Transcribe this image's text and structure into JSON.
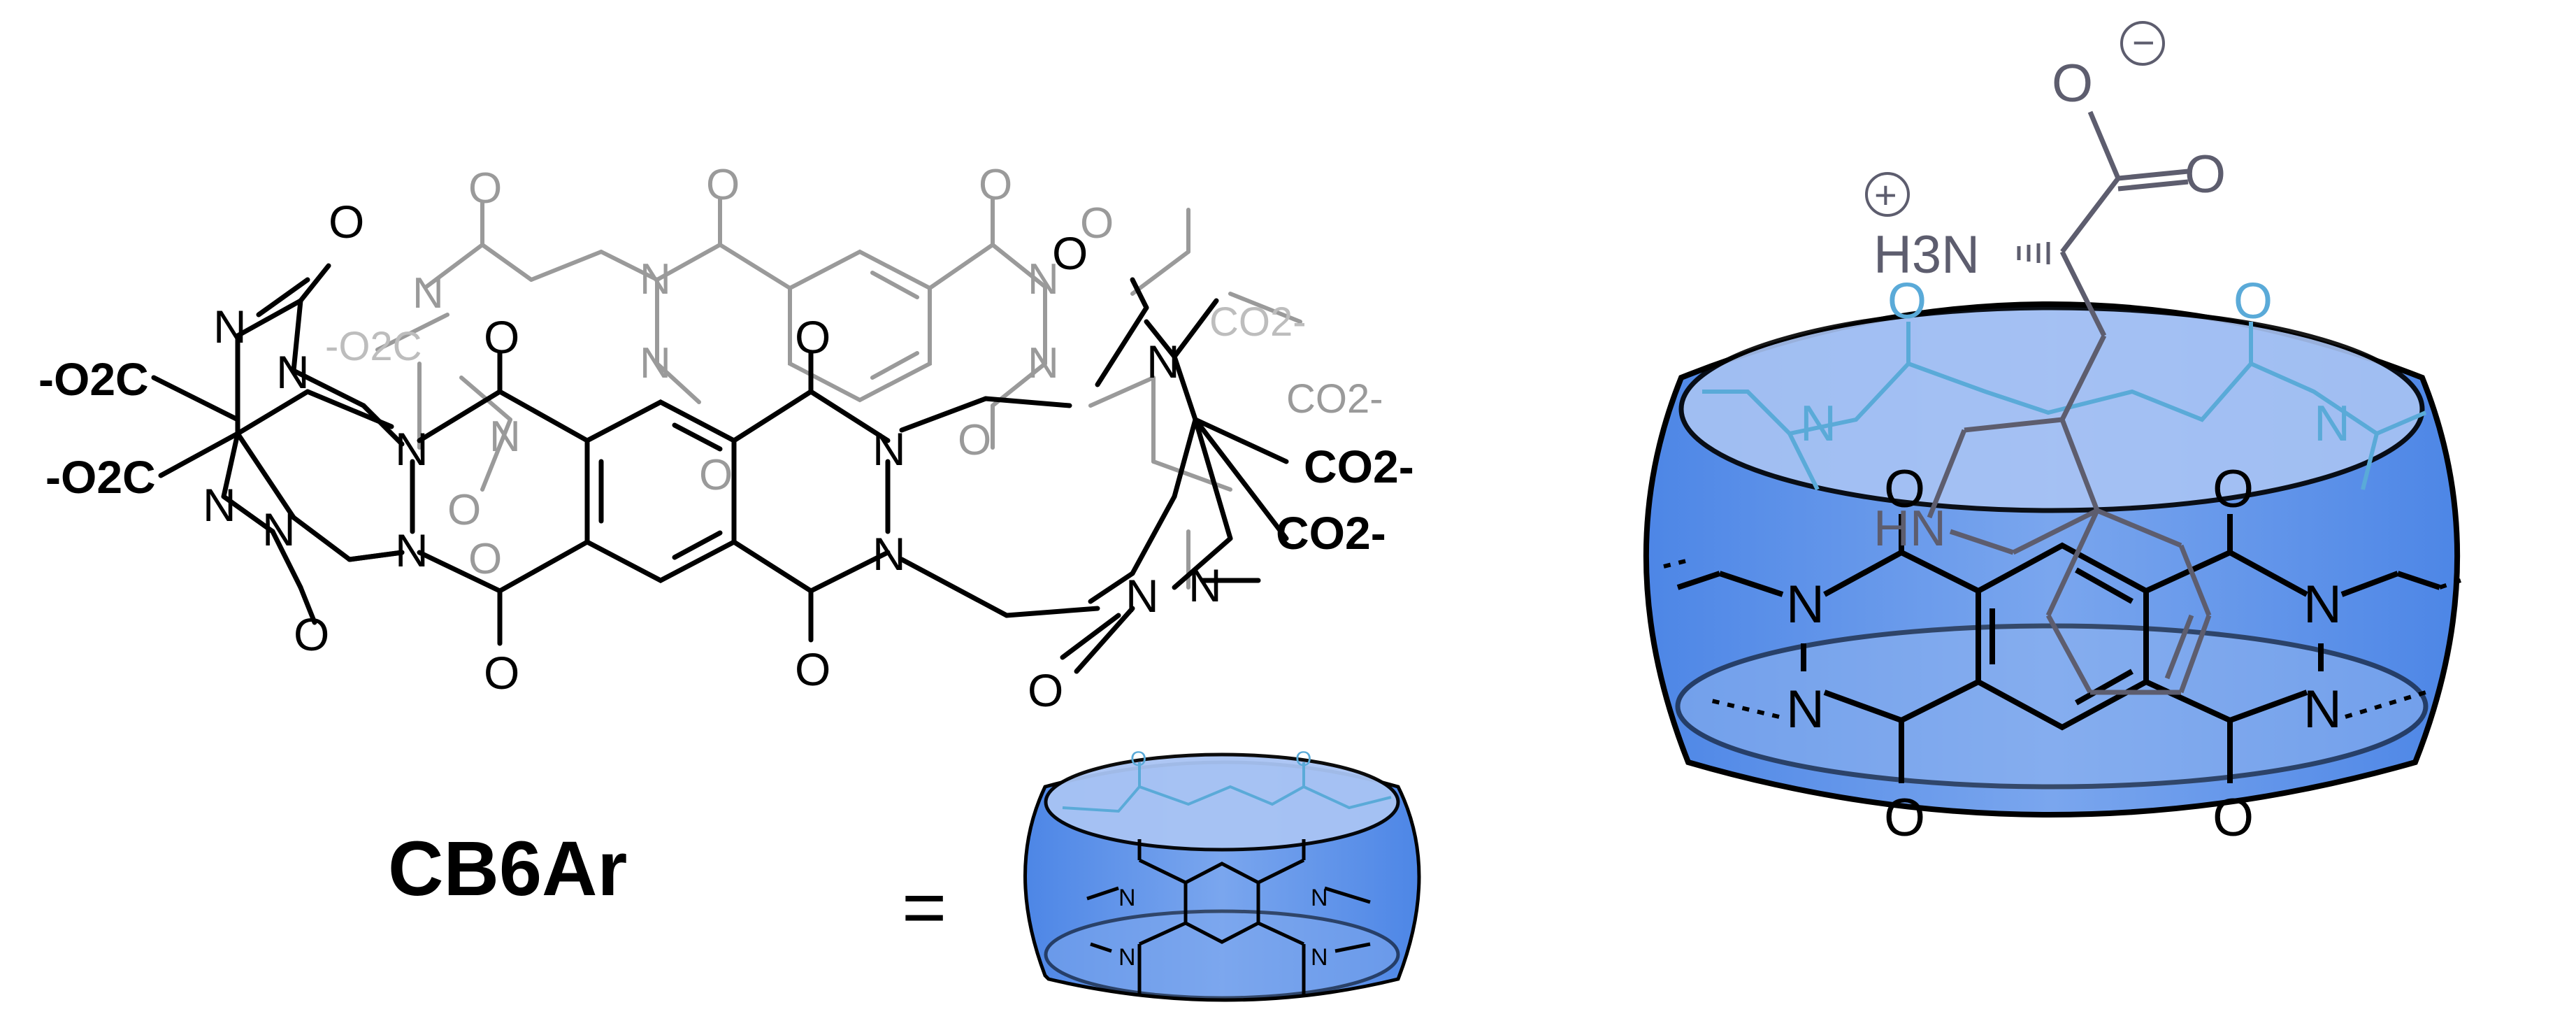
{
  "molecule": {
    "name": "CB6Ar",
    "equals": "=",
    "atom_N": "N",
    "atom_O": "O",
    "carboxylate": "CO2-",
    "carboxylate_left": "-O2C"
  },
  "guest": {
    "amine": "H3N",
    "plus": "+",
    "minus": "−",
    "nh": "HN"
  },
  "colors": {
    "black": "#000000",
    "grey": "#9a9a9a",
    "light_grey": "#bdbdbd",
    "host_blue": "#5b93ea",
    "host_blue_light": "#a9c4f4",
    "host_top_blue": "#5aaad8",
    "guest_grey": "#5d5d6e"
  }
}
